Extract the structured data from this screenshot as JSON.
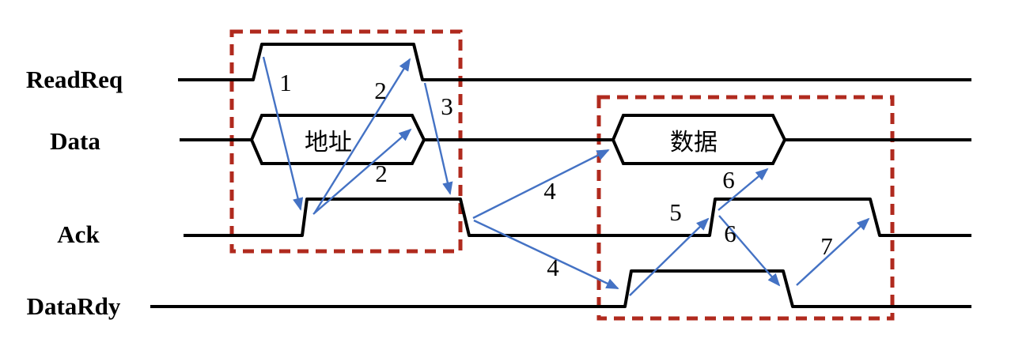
{
  "signals": [
    {
      "name": "ReadReq"
    },
    {
      "name": "Data"
    },
    {
      "name": "Ack"
    },
    {
      "name": "DataRdy"
    }
  ],
  "bus_segments": [
    {
      "label": "地址"
    },
    {
      "label": "数据"
    }
  ],
  "steps": [
    {
      "id": "1",
      "label": "1"
    },
    {
      "id": "2-readreq",
      "label": "2"
    },
    {
      "id": "2-data",
      "label": "2"
    },
    {
      "id": "3",
      "label": "3"
    },
    {
      "id": "4-data",
      "label": "4"
    },
    {
      "id": "4-datardy",
      "label": "4"
    },
    {
      "id": "5",
      "label": "5"
    },
    {
      "id": "6-data",
      "label": "6"
    },
    {
      "id": "6-datardy",
      "label": "6"
    },
    {
      "id": "7",
      "label": "7"
    }
  ],
  "colors": {
    "signal_line": "#000000",
    "causality_arrow": "#4472c4",
    "handshake_box": "#b02a1e",
    "background": "#ffffff"
  }
}
